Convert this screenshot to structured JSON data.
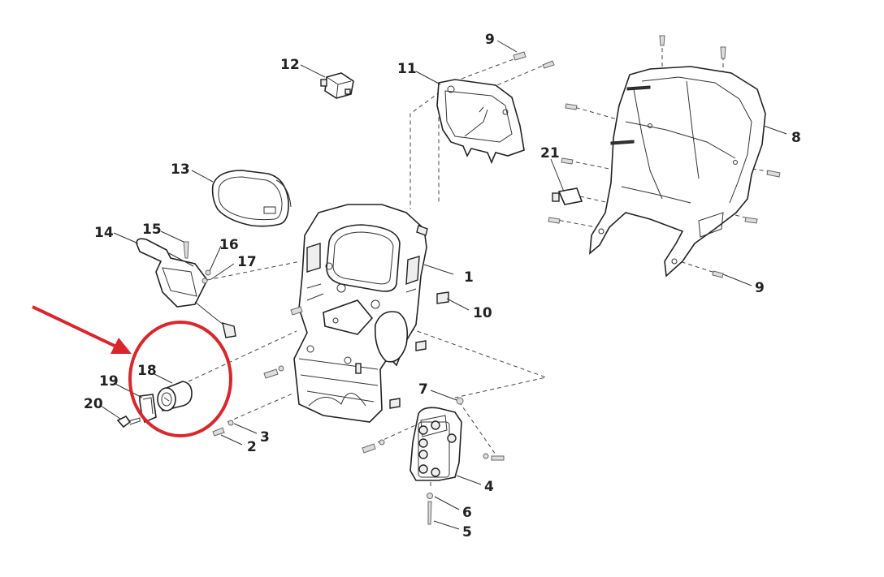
{
  "diagram": {
    "highlight": {
      "circle_color": "#d9262c",
      "arrow_color": "#d9262c",
      "highlighted_part": "18"
    },
    "callouts": {
      "c1": "1",
      "c2": "2",
      "c3": "3",
      "c4": "4",
      "c5": "5",
      "c6": "6",
      "c7": "7",
      "c8": "8",
      "c9a": "9",
      "c9b": "9",
      "c10": "10",
      "c11": "11",
      "c12": "12",
      "c13": "13",
      "c14": "14",
      "c15": "15",
      "c16": "16",
      "c17": "17",
      "c18": "18",
      "c19": "19",
      "c20": "20",
      "c21": "21"
    }
  }
}
